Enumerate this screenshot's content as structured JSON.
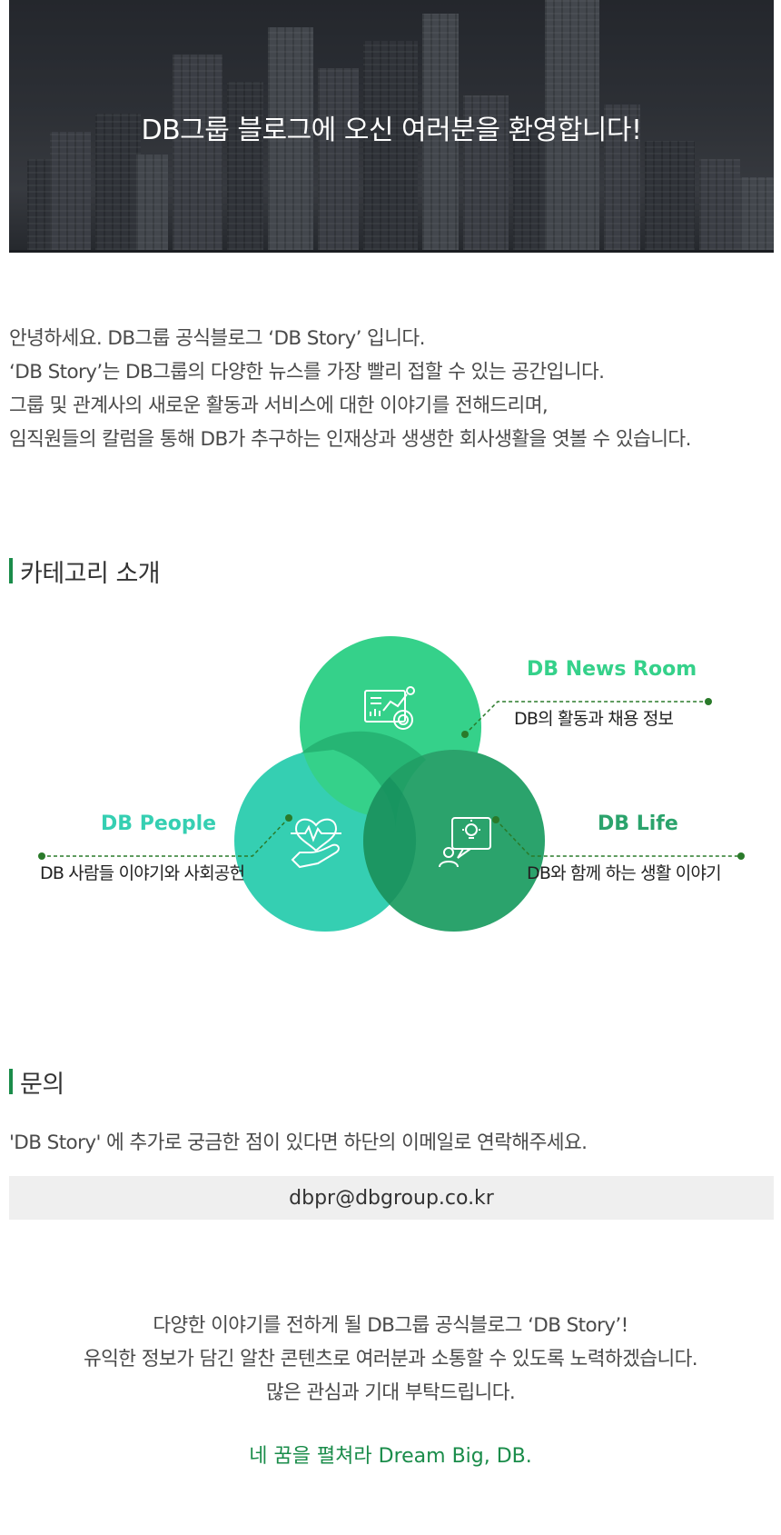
{
  "hero": {
    "title": "DB그룹 블로그에 오신 여러분을 환영합니다!"
  },
  "intro": {
    "lines": [
      "안녕하세요. DB그룹 공식블로그 ‘DB Story’ 입니다.",
      "‘DB Story’는 DB그룹의 다양한 뉴스를 가장 빨리 접할 수 있는 공간입니다.",
      "그룹 및 관계사의 새로운 활동과 서비스에 대한 이야기를 전해드리며,",
      "임직원들의 칼럼을 통해 DB가 추구하는 인재상과 생생한 회사생활을 엿볼 수 있습니다."
    ]
  },
  "categories": {
    "heading": "카테고리 소개",
    "items": [
      {
        "title": "DB News Room",
        "desc": "DB의 활동과 채용 정보",
        "icon": "chart-report-icon",
        "color": "#35d18a"
      },
      {
        "title": "DB People",
        "desc": "DB 사람들 이야기와 사회공헌",
        "icon": "heart-hand-icon",
        "color": "#35cfb2"
      },
      {
        "title": "DB Life",
        "desc": "DB와 함께 하는 생활 이야기",
        "icon": "idea-person-icon",
        "color": "#2ba36c"
      }
    ],
    "connector_color": "#2a7a2a"
  },
  "contact": {
    "heading": "문의",
    "text": "'DB Story' 에 추가로 궁금한 점이 있다면 하단의 이메일로 연락해주세요.",
    "email": "dbpr@dbgroup.co.kr"
  },
  "closing": {
    "lines": [
      "다양한 이야기를 전하게 될 DB그룹 공식블로그 ‘DB Story’!",
      "유익한 정보가 담긴 알찬 콘텐츠로 여러분과 소통할 수 있도록 노력하겠습니다.",
      "많은 관심과 기대 부탁드립니다."
    ],
    "slogan": "네 꿈을 펼쳐라 Dream Big, DB."
  },
  "colors": {
    "accent": "#1a8c4a"
  }
}
